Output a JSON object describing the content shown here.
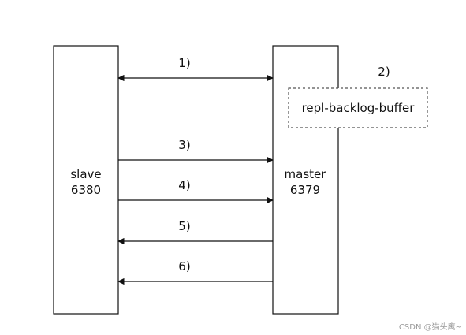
{
  "slave": {
    "name": "slave",
    "port": "6380"
  },
  "master": {
    "name": "master",
    "port": "6379"
  },
  "buffer": {
    "label": "repl-backlog-buffer",
    "step": "2)"
  },
  "steps": [
    {
      "label": "1)",
      "direction": "both"
    },
    {
      "label": "3)",
      "direction": "to-master"
    },
    {
      "label": "4)",
      "direction": "to-master"
    },
    {
      "label": "5)",
      "direction": "to-slave"
    },
    {
      "label": "6)",
      "direction": "to-slave"
    }
  ],
  "watermark": "CSDN @猫头鹰~",
  "colors": {
    "stroke": "#111111",
    "background": "#ffffff",
    "watermark": "#9a9a9a"
  }
}
